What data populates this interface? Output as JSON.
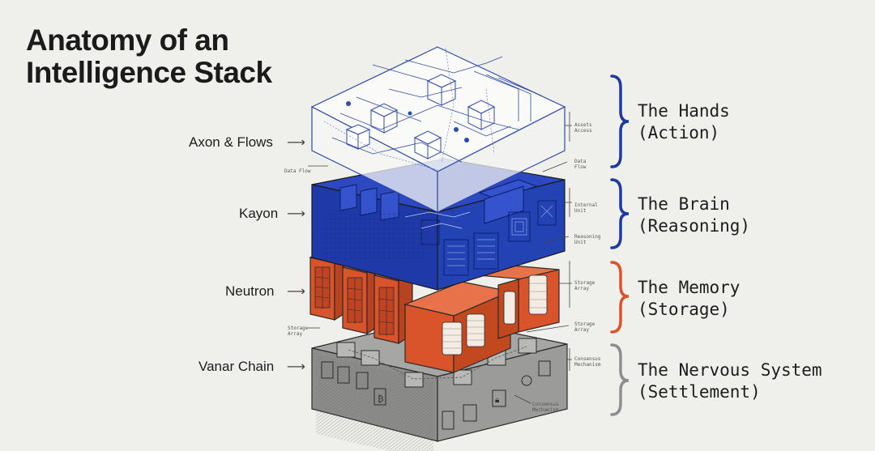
{
  "title": {
    "line1": "Anatomy of an",
    "line2": "Intelligence Stack"
  },
  "layers": [
    {
      "name": "Axon & Flows",
      "role_line1": "The Hands",
      "role_line2": "(Action)",
      "color": "#ffffff",
      "bracket_color": "#1f3a9e"
    },
    {
      "name": "Kayon",
      "role_line1": "The Brain",
      "role_line2": "(Reasoning)",
      "color": "#1f3aa8",
      "bracket_color": "#1f3a9e"
    },
    {
      "name": "Neutron",
      "role_line1": "The Memory",
      "role_line2": "(Storage)",
      "color": "#d9542b",
      "bracket_color": "#d9542b"
    },
    {
      "name": "Vanar Chain",
      "role_line1": "The Nervous System",
      "role_line2": "(Settlement)",
      "color": "#8a8a8a",
      "bracket_color": "#8e8e8e"
    }
  ],
  "annotations": {
    "axon_right": [
      "Assets",
      "Access"
    ],
    "axon_left": "Data Flow",
    "axon_right_low": [
      "Data",
      "Flow"
    ],
    "kayon_right_1": [
      "Internal",
      "Unit"
    ],
    "kayon_right_2": [
      "Reasoning",
      "Unit"
    ],
    "neutron_right_1": [
      "Storage",
      "Array"
    ],
    "neutron_left": [
      "Storage",
      "Array"
    ],
    "neutron_right_2": [
      "Storage",
      "Array"
    ],
    "chain_right": [
      "Consensus",
      "Mechanism"
    ],
    "chain_bottom": [
      "Consensus",
      "Mechanism"
    ]
  },
  "icons": [
    "arrow-right-icon",
    "bitcoin-icon",
    "lock-icon",
    "node-icon",
    "bracket-icon"
  ]
}
